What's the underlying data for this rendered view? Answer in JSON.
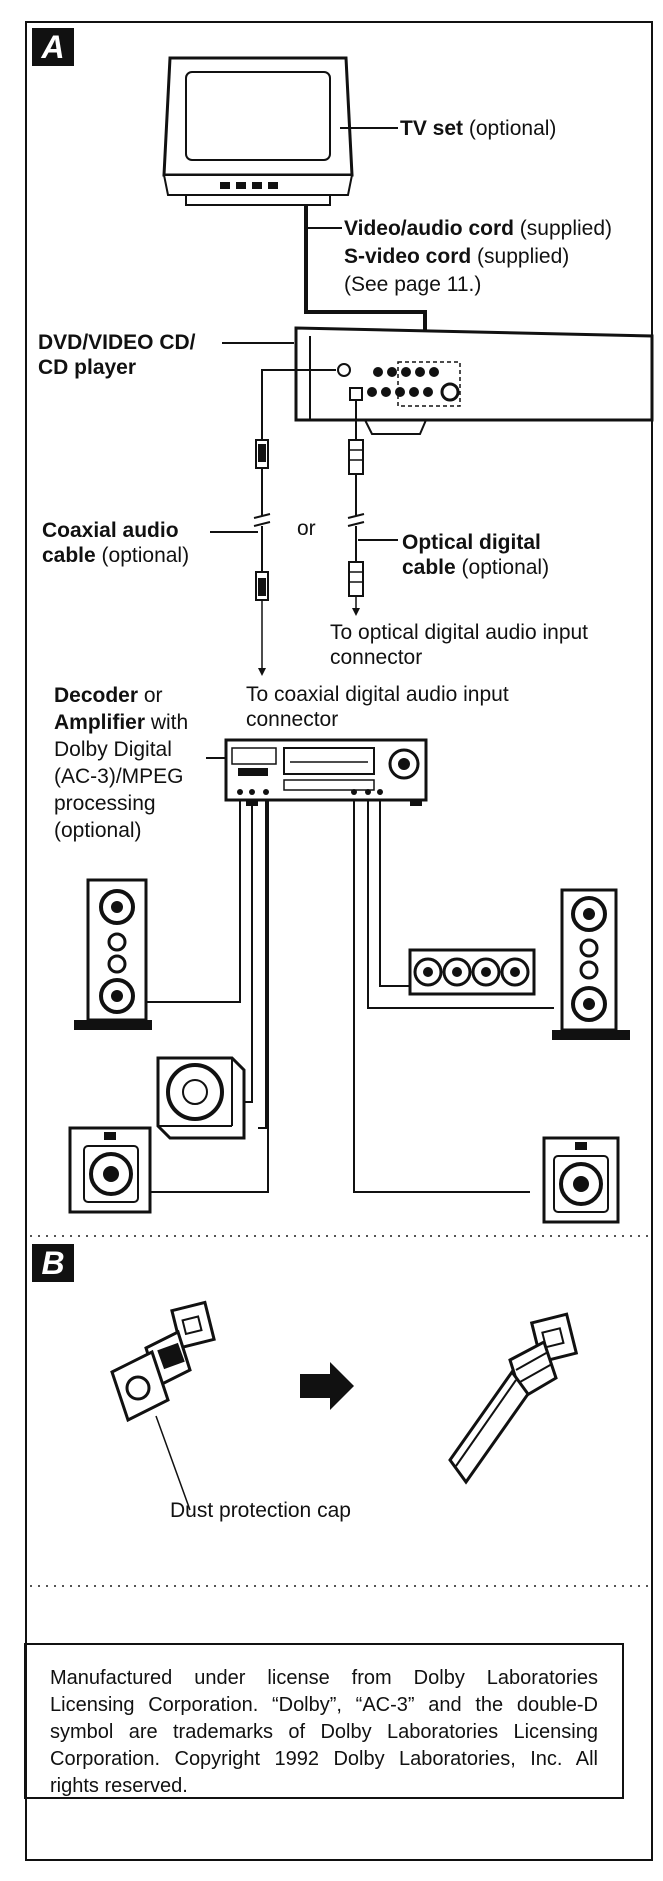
{
  "section_a": {
    "badge": "A",
    "tv_bold": "TV set",
    "tv_rest": " (optional)",
    "cord1_bold": "Video/audio cord",
    "cord1_rest": " (supplied)",
    "cord2_bold": "S-video cord",
    "cord2_rest": " (supplied)",
    "cord3": "(See page 11.)",
    "player_line1": "DVD/VIDEO CD/",
    "player_line2": "CD player",
    "coax_bold1": "Coaxial audio",
    "coax_bold2": "cable",
    "coax_rest": " (optional)",
    "or_text": "or",
    "optical_bold1": "Optical digital",
    "optical_bold2": "cable",
    "optical_rest": " (optional)",
    "to_optical1": "To optical digital audio input",
    "to_optical2": "connector",
    "to_coax1": "To coaxial digital audio input",
    "to_coax2": "connector",
    "decoder_bold": "Decoder",
    "decoder_rest": " or",
    "amp_bold": "Amplifier",
    "amp_rest": " with",
    "dolby_line": "Dolby Digital",
    "ac3_line": "(AC-3)/MPEG",
    "processing_line": "processing",
    "optional_line": "(optional)"
  },
  "section_b": {
    "badge": "B",
    "dust_cap": "Dust protection cap"
  },
  "notice": {
    "text": "Manufactured under license from Dolby Laboratories Licensing Corporation. “Dolby”, “AC-3” and the double-D symbol are trademarks of Dolby Laboratories Licensing Corporation. Copyright 1992 Dolby Laboratories, Inc. All rights reserved."
  }
}
